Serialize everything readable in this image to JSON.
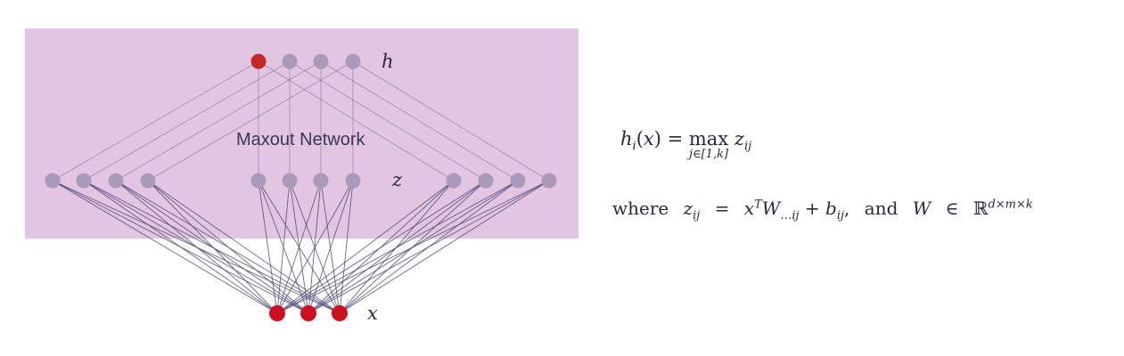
{
  "diagram": {
    "title": "Maxout Network",
    "labels": {
      "h": "h",
      "z": "z",
      "x": "x"
    },
    "colors": {
      "background_panel": "#e1c5e1",
      "hidden_node": "#aa99b8",
      "highlight_node": "#c62828",
      "input_node": "#cc1020",
      "edge": "#524a78"
    }
  },
  "formulas": {
    "line1": "h_i(x) = max_{j∈[1,k]} z_ij",
    "line2": "where z_ij = x^T W_{...ij} + b_ij, and W ∈ ℝ^{d×m×k}"
  }
}
